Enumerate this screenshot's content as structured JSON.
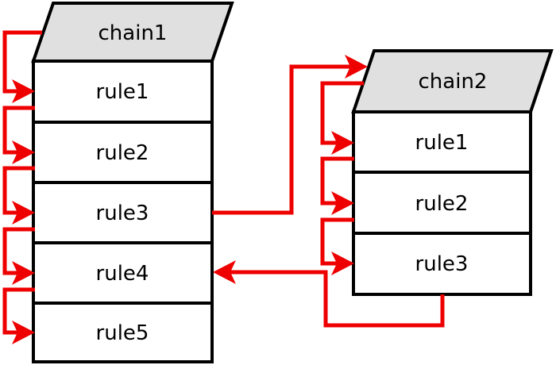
{
  "chains": [
    {
      "title": "chain1",
      "rules": [
        "rule1",
        "rule2",
        "rule3",
        "rule4",
        "rule5"
      ]
    },
    {
      "title": "chain2",
      "rules": [
        "rule1",
        "rule2",
        "rule3"
      ]
    }
  ],
  "connections": [
    {
      "from": "chain1-header",
      "to": "chain1-rule1"
    },
    {
      "from": "chain1-rule1",
      "to": "chain1-rule2"
    },
    {
      "from": "chain1-rule2",
      "to": "chain1-rule3"
    },
    {
      "from": "chain1-rule3",
      "to": "chain1-rule4"
    },
    {
      "from": "chain1-rule4",
      "to": "chain1-rule5"
    },
    {
      "from": "chain1-rule3",
      "to": "chain2-header"
    },
    {
      "from": "chain2-header",
      "to": "chain2-rule1"
    },
    {
      "from": "chain2-rule1",
      "to": "chain2-rule2"
    },
    {
      "from": "chain2-rule2",
      "to": "chain2-rule3"
    },
    {
      "from": "chain2-rule3",
      "to": "chain1-rule4"
    }
  ],
  "colors": {
    "flow_arrow": "#ee0000",
    "header_fill": "#e0e0e0",
    "rule_fill": "#ffffff",
    "border": "#000000",
    "text": "#000000",
    "background": "#ffffff"
  }
}
